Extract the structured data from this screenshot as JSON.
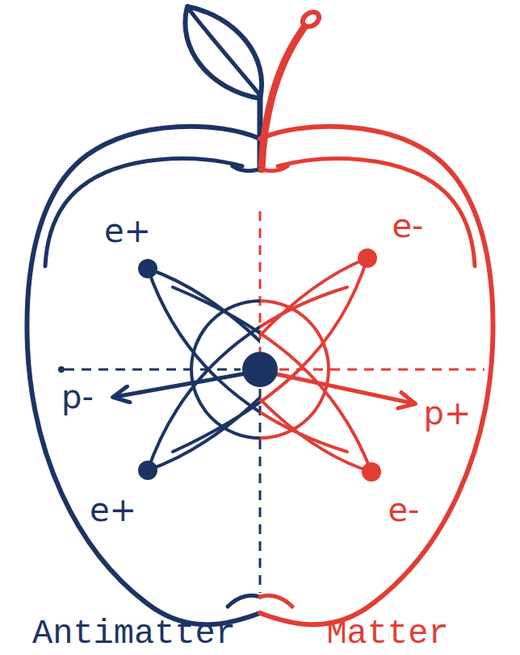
{
  "diagram": {
    "labels": [
      "e+",
      "e-",
      "p-",
      "p+",
      "e+",
      "e-",
      "Antimatter",
      "Matter"
    ]
  }
}
